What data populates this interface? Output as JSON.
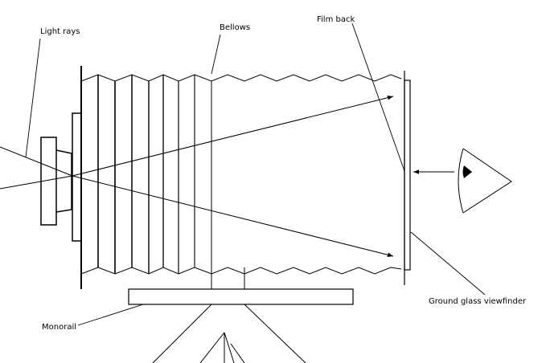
{
  "labels": {
    "light_rays": "Light rays",
    "bellows": "Bellows",
    "film_back": "Film back",
    "ground_glass_viewfinder": "Ground glass viewfinder",
    "monorail": "Monorail"
  },
  "colors": {
    "line": "#000000",
    "background": "#ffffff",
    "bellows_fade": [
      "#000000",
      "#000000",
      "#222222",
      "#555555",
      "#777777",
      "#999999",
      "#bbbbbb",
      "#dddddd"
    ]
  },
  "icons": {
    "eye": "eye-icon",
    "arrows": "arrowhead-icon"
  }
}
